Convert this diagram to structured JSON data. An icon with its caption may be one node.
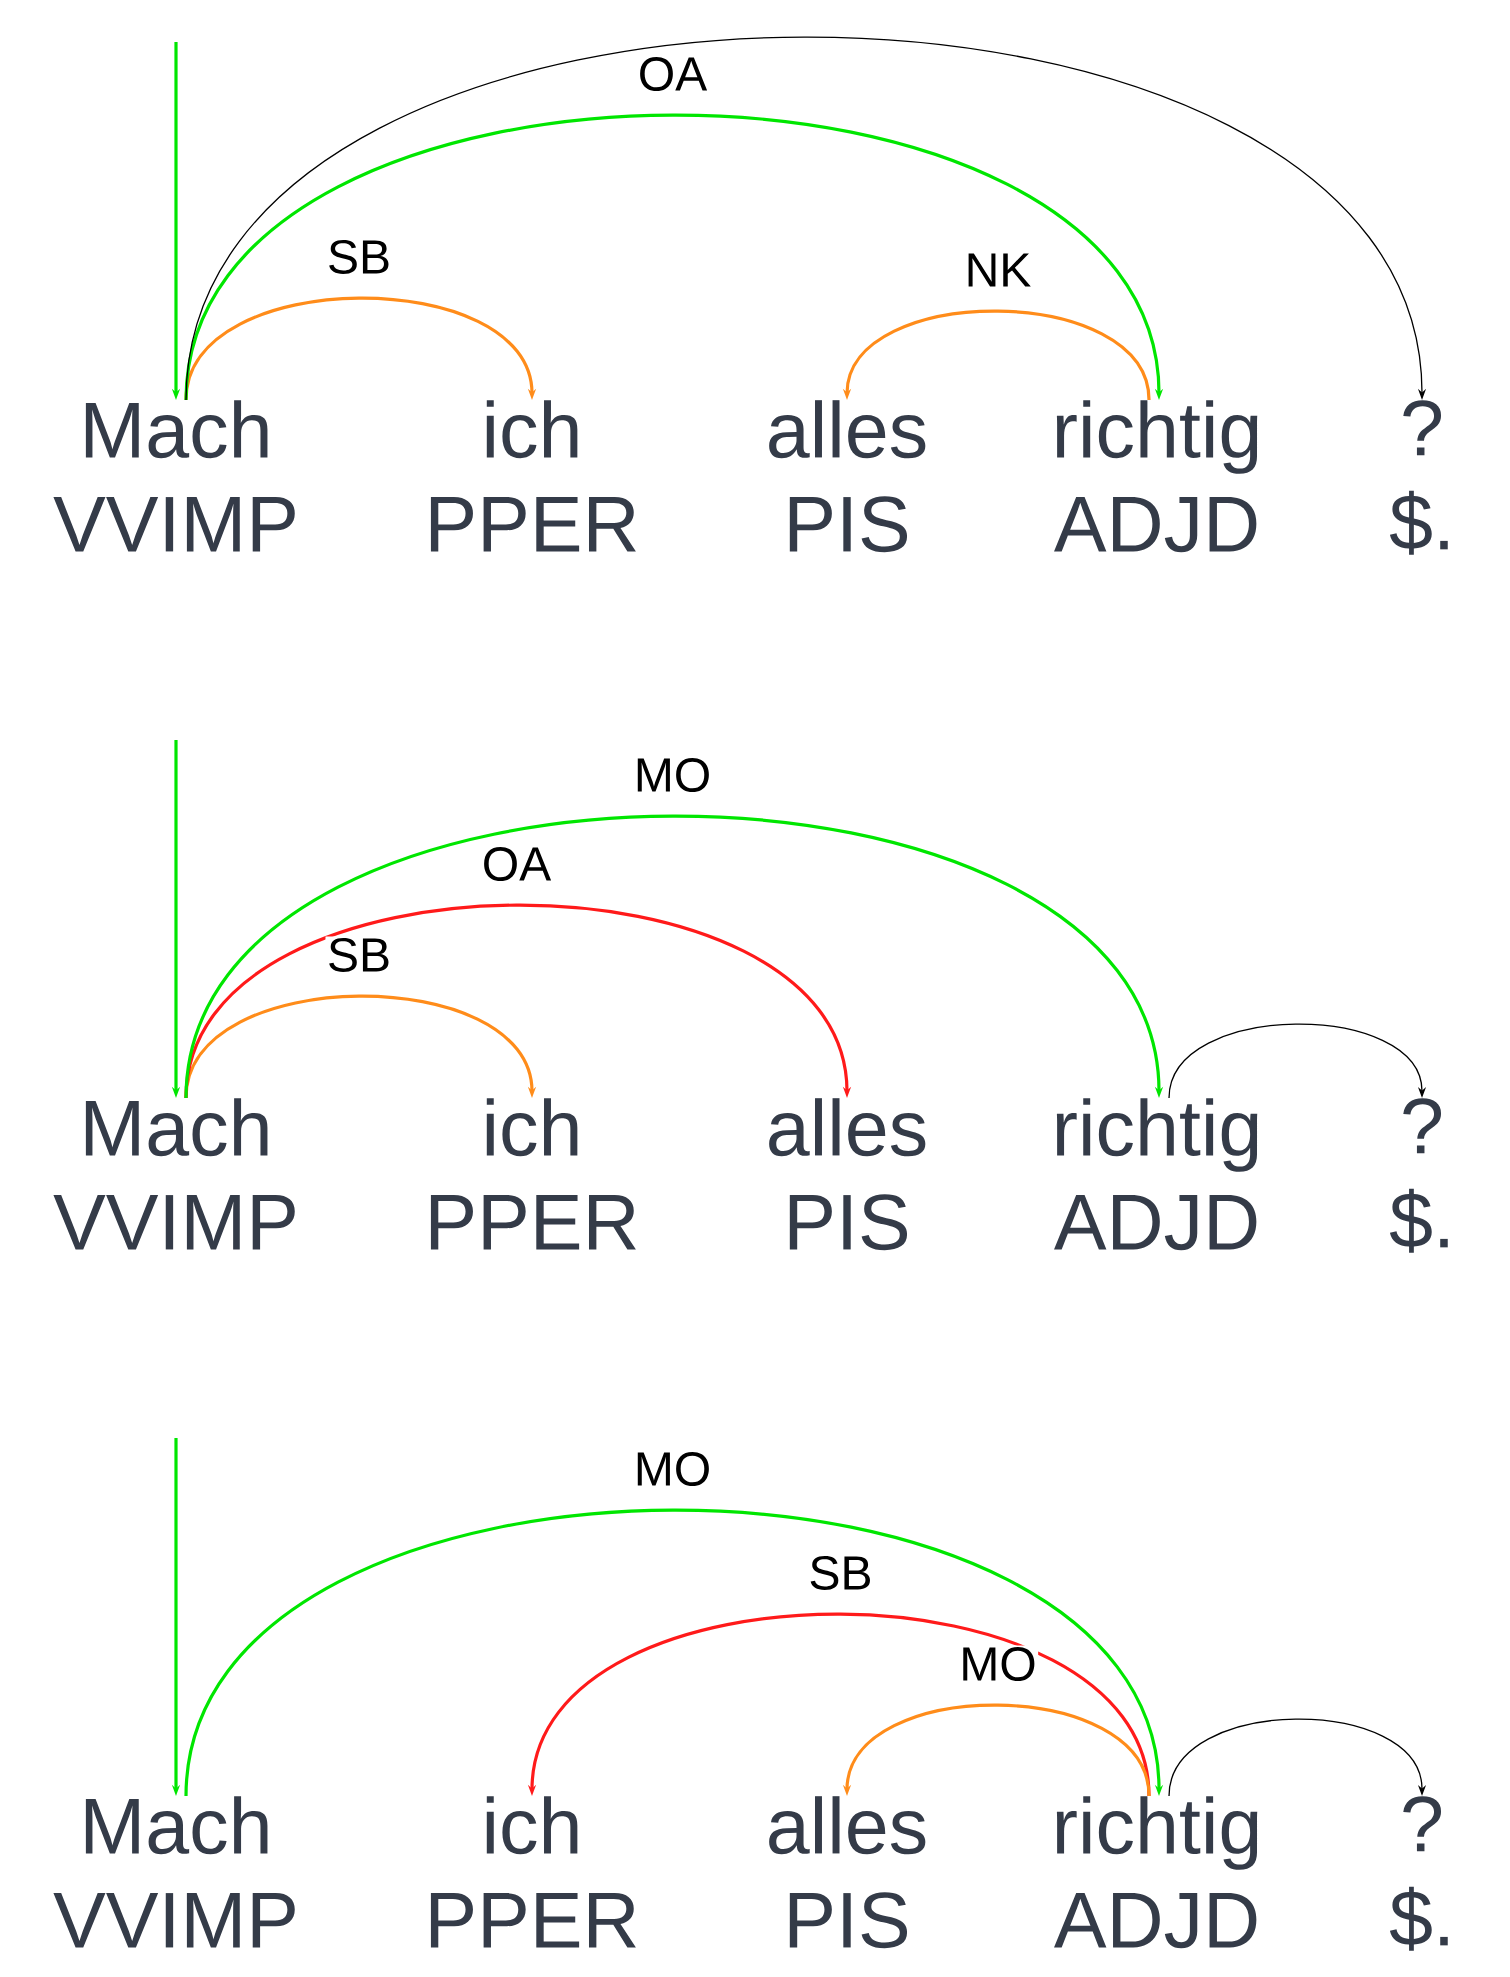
{
  "diagram": {
    "nodes": [
      {
        "text": [
          "Mach",
          "VVIMP"
        ]
      },
      {
        "text": [
          "ich",
          "PPER"
        ]
      },
      {
        "text": [
          "alles",
          "PIS"
        ]
      },
      {
        "text": [
          "richtig",
          "ADJD"
        ]
      },
      {
        "text": [
          "?",
          "$."
        ]
      },
      {
        "text": [
          "Mach",
          "VVIMP"
        ]
      },
      {
        "text": [
          "ich",
          "PPER"
        ]
      },
      {
        "text": [
          "alles",
          "PIS"
        ]
      },
      {
        "text": [
          "richtig",
          "ADJD"
        ]
      },
      {
        "text": [
          "?",
          "$."
        ]
      },
      {
        "text": [
          "Mach",
          "VVIMP"
        ]
      },
      {
        "text": [
          "ich",
          "PPER"
        ]
      },
      {
        "text": [
          "alles",
          "PIS"
        ]
      },
      {
        "text": [
          "richtig",
          "ADJD"
        ]
      },
      {
        "text": [
          "?",
          "$."
        ]
      }
    ],
    "edges": [
      {
        "from": null,
        "to": 0,
        "arrow": "to"
      },
      {
        "from": 0,
        "to": 1,
        "arrow": "to",
        "label": "SB",
        "color": "#ff8c1a"
      },
      {
        "from": 3,
        "to": 2,
        "arrow": "to",
        "label": "NK",
        "color": "#ff8c1a"
      },
      {
        "from": 0,
        "to": 3,
        "arrow": "to",
        "label": "OA"
      },
      {
        "from": 0,
        "to": 4,
        "arrow": "to",
        "color": "#000000"
      },
      {
        "from": null,
        "to": 5,
        "arrow": "to"
      },
      {
        "from": 5,
        "to": 6,
        "arrow": "to",
        "label": "SB",
        "color": "#ff8c1a"
      },
      {
        "from": 5,
        "to": 7,
        "arrow": "to",
        "label": "OA",
        "color": "#ff1a1a"
      },
      {
        "from": 5,
        "to": 8,
        "arrow": "to",
        "label": "MO"
      },
      {
        "from": 8,
        "to": 9,
        "arrow": "to",
        "color": "#000000"
      },
      {
        "from": null,
        "to": 10,
        "arrow": "to"
      },
      {
        "from": 10,
        "to": 13,
        "arrow": "to",
        "label": "MO"
      },
      {
        "from": 13,
        "to": 11,
        "arrow": "to",
        "label": "SB",
        "color": "#ff1a1a"
      },
      {
        "from": 13,
        "to": 12,
        "arrow": "to",
        "label": "MO",
        "color": "#ff8c1a"
      },
      {
        "from": 13,
        "to": 14,
        "arrow": "to",
        "color": "#000000"
      }
    ]
  }
}
